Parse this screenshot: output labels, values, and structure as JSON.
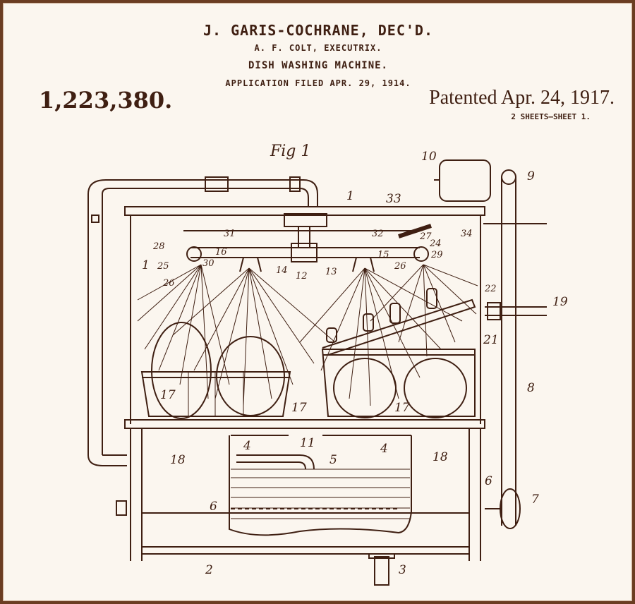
{
  "header": {
    "inventor": "J. GARIS-COCHRANE, DEC'D.",
    "executrix": "A. F. COLT, EXECUTRIX.",
    "title": "DISH WASHING MACHINE.",
    "application": "APPLICATION FILED APR. 29, 1914."
  },
  "patent_number": "1,223,380.",
  "patented_date": "Patented Apr. 24, 1917.",
  "sheets": "2 SHEETS—SHEET 1.",
  "figure_label": "Fig 1",
  "ref_labels": {
    "r1a": "1",
    "r1b": "1",
    "r2": "2",
    "r3": "3",
    "r4a": "4",
    "r4b": "4",
    "r5": "5",
    "r6a": "6",
    "r6b": "6",
    "r7": "7",
    "r8": "8",
    "r9": "9",
    "r10": "10",
    "r11": "11",
    "r12": "12",
    "r13": "13",
    "r14": "14",
    "r15": "15",
    "r16": "16",
    "r17a": "17",
    "r17b": "17",
    "r17c": "17",
    "r18a": "18",
    "r18b": "18",
    "r19": "19",
    "r21": "21",
    "r22": "22",
    "r24": "24",
    "r25": "25",
    "r26a": "26",
    "r26b": "26",
    "r27": "27",
    "r28": "28",
    "r29": "29",
    "r30": "30",
    "r31": "31",
    "r32": "32",
    "r33": "33",
    "r34": "34"
  },
  "colors": {
    "ink": "#3f1f12",
    "paper": "#fbf6ef",
    "border": "#6b3d22"
  }
}
